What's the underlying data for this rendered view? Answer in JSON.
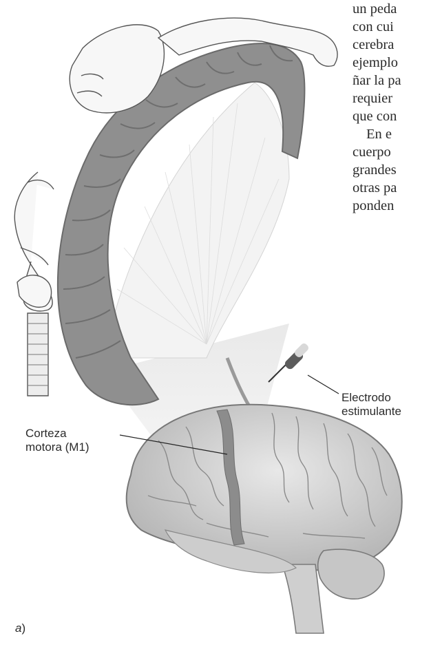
{
  "body_text": {
    "lines": [
      "un peda",
      "con cui",
      "cerebra",
      "ejemplo",
      "ñar la pa",
      "requier",
      "que con",
      "En e",
      "cuerpo",
      "grandes",
      "otras pa",
      "ponden"
    ]
  },
  "labels": {
    "electrode_line1": "Electrodo",
    "electrode_line2": "estimulante",
    "cortex_line1": "Corteza",
    "cortex_line2": "motora (M1)"
  },
  "panel": {
    "letter": "a",
    "paren": ")"
  }
}
